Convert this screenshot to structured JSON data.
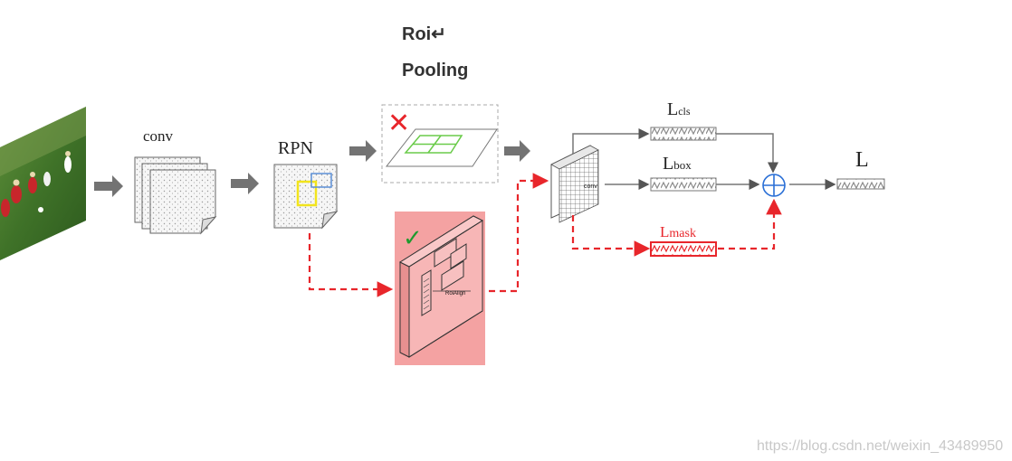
{
  "labels": {
    "conv": "conv",
    "rpn": "RPN",
    "roi_line1": "Roi↵",
    "roi_line2": "Pooling",
    "head_conv": "conv",
    "l_cls_main": "L",
    "l_cls_sub": "cls",
    "l_box_main": "L",
    "l_box_sub": "box",
    "l_mask_main": "L",
    "l_mask_sub": "mask",
    "l_total": "L",
    "roialign": "RoiAlign"
  },
  "marks": {
    "reject": "✕",
    "accept": "✓"
  },
  "watermark": "https://blog.csdn.net/weixin_43489950",
  "colors": {
    "gray_arrow": "#6e6e6e",
    "red_path": "#e8262b",
    "roialign_fill": "#f4a2a2",
    "rpn_yellow_box": "#f2e41c",
    "rpn_blue_box": "#5b8fd6",
    "roi_grid_green": "#6acb4a",
    "check_green": "#1f9a2e",
    "sum_node": "#2a6fd6"
  }
}
